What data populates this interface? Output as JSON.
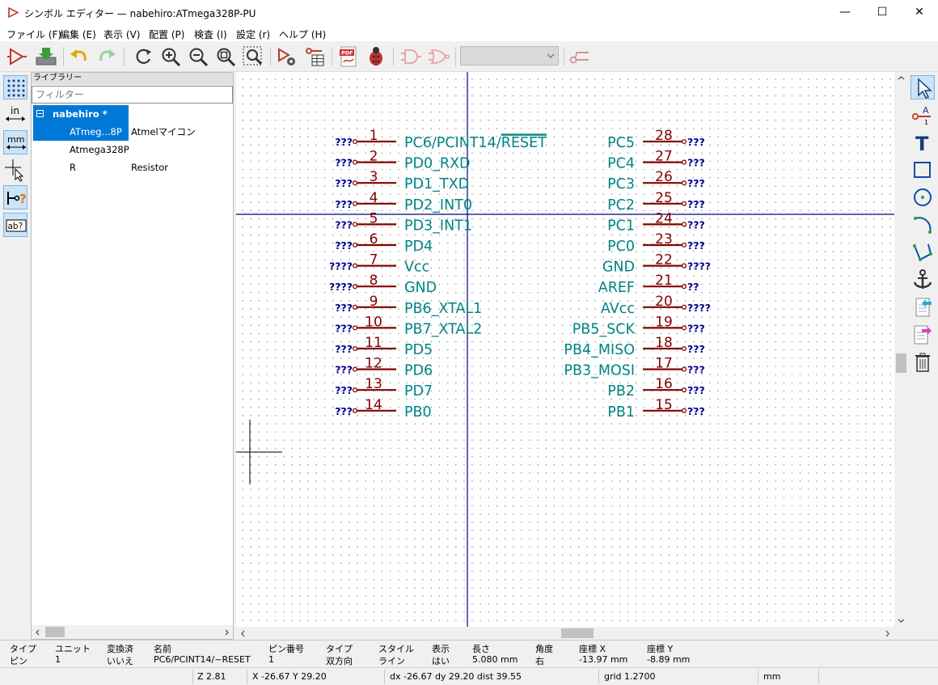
{
  "window": {
    "title": "シンボル エディター — nabehiro:ATmega328P-PU",
    "minimize": "—",
    "maximize": "☐",
    "close": "✕"
  },
  "menu": [
    "ファイル (F)",
    "編集 (E)",
    "表示 (V)",
    "配置 (P)",
    "検査 (I)",
    "設定 (r)",
    "ヘルプ (H)"
  ],
  "library": {
    "header": "ライブラリー",
    "filter_placeholder": "フィルター",
    "items": [
      {
        "name": "nabehiro *",
        "desc": ""
      },
      {
        "name": "ATmeg...8P *",
        "desc": "Atmelマイコン"
      },
      {
        "name": "Atmega328P",
        "desc": ""
      },
      {
        "name": "R",
        "desc": "Resistor"
      }
    ]
  },
  "symbol": {
    "left_pins": [
      {
        "num": "1",
        "name": "PC6/PCINT14/",
        "name_over": "RESET",
        "type": "???"
      },
      {
        "num": "2",
        "name": "PD0_RXD",
        "type": "???"
      },
      {
        "num": "3",
        "name": "PD1_TXD",
        "type": "???"
      },
      {
        "num": "4",
        "name": "PD2_INT0",
        "type": "???"
      },
      {
        "num": "5",
        "name": "PD3_INT1",
        "type": "???"
      },
      {
        "num": "6",
        "name": "PD4",
        "type": "???"
      },
      {
        "num": "7",
        "name": "Vcc",
        "type": "????"
      },
      {
        "num": "8",
        "name": "GND",
        "type": "????"
      },
      {
        "num": "9",
        "name": "PB6_XTAL1",
        "type": "???"
      },
      {
        "num": "10",
        "name": "PB7_XTAL2",
        "type": "???"
      },
      {
        "num": "11",
        "name": "PD5",
        "type": "???"
      },
      {
        "num": "12",
        "name": "PD6",
        "type": "???"
      },
      {
        "num": "13",
        "name": "PD7",
        "type": "???"
      },
      {
        "num": "14",
        "name": "PB0",
        "type": "???"
      }
    ],
    "right_pins": [
      {
        "num": "28",
        "name": "PC5",
        "type": "???"
      },
      {
        "num": "27",
        "name": "PC4",
        "type": "???"
      },
      {
        "num": "26",
        "name": "PC3",
        "type": "???"
      },
      {
        "num": "25",
        "name": "PC2",
        "type": "???"
      },
      {
        "num": "24",
        "name": "PC1",
        "type": "???"
      },
      {
        "num": "23",
        "name": "PC0",
        "type": "???"
      },
      {
        "num": "22",
        "name": "GND",
        "type": "????"
      },
      {
        "num": "21",
        "name": "AREF",
        "type": "??"
      },
      {
        "num": "20",
        "name": "AVcc",
        "type": "????"
      },
      {
        "num": "19",
        "name": "PB5_SCK",
        "type": "???"
      },
      {
        "num": "18",
        "name": "PB4_MISO",
        "type": "???"
      },
      {
        "num": "17",
        "name": "PB3_MOSI",
        "type": "???"
      },
      {
        "num": "16",
        "name": "PB2",
        "type": "???"
      },
      {
        "num": "15",
        "name": "PB1",
        "type": "???"
      }
    ]
  },
  "colors": {
    "pin_line": "#840000",
    "pin_name": "#008484",
    "pin_type": "#00008c",
    "axis": "#00007f",
    "selection": "#0078d7"
  },
  "msgpanel": [
    {
      "label": "タイプ",
      "value": "ピン"
    },
    {
      "label": "ユニット",
      "value": "1"
    },
    {
      "label": "変換済",
      "value": "いいえ"
    },
    {
      "label": "名前",
      "value": "PC6/PCINT14/~RESET"
    },
    {
      "label": "ピン番号",
      "value": "1"
    },
    {
      "label": "タイプ",
      "value": "双方向"
    },
    {
      "label": "スタイル",
      "value": "ライン"
    },
    {
      "label": "表示",
      "value": "はい"
    },
    {
      "label": "長さ",
      "value": "5.080 mm"
    },
    {
      "label": "角度",
      "value": "右"
    },
    {
      "label": "座標 X",
      "value": "-13.97 mm"
    },
    {
      "label": "座標 Y",
      "value": "-8.89 mm"
    }
  ],
  "status": {
    "zoom": "Z 2.81",
    "xy": "X -26.67  Y 29.20",
    "delta": "dx -26.67  dy 29.20  dist 39.55",
    "grid": "grid 1.2700",
    "units": "mm"
  }
}
